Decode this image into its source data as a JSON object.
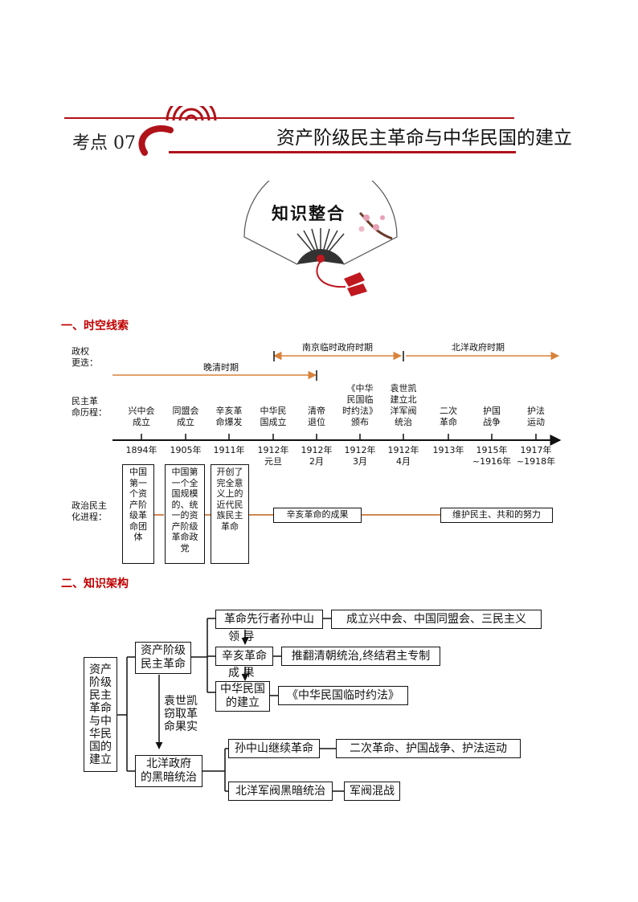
{
  "header": {
    "topic_number": "考点 07",
    "title": "资产阶级民主革命与中华民国的建立",
    "accent_color": "#b01219"
  },
  "banner": {
    "text": "知识整合",
    "icon": "folding-fan-icon"
  },
  "section1": {
    "heading": "一、时空线索",
    "regime_label_1": "政权",
    "regime_label_2": "更迭：",
    "periods": {
      "qing": "晚清时期",
      "nanjing": "南京临时政府时期",
      "beiyang": "北洋政府时期"
    },
    "process_label_1": "民主革",
    "process_label_2": "命历程：",
    "events": [
      {
        "lines": [
          "兴中会",
          "成立"
        ]
      },
      {
        "lines": [
          "同盟会",
          "成立"
        ]
      },
      {
        "lines": [
          "辛亥革",
          "命爆发"
        ]
      },
      {
        "lines": [
          "中华民",
          "国成立"
        ]
      },
      {
        "lines": [
          "清帝",
          "退位"
        ]
      },
      {
        "lines": [
          "《中华",
          "民国临",
          "时约法》",
          "颁布"
        ]
      },
      {
        "lines": [
          "袁世凯",
          "建立北",
          "洋军阀",
          "统治"
        ]
      },
      {
        "lines": [
          "二次",
          "革命"
        ]
      },
      {
        "lines": [
          "护国",
          "战争"
        ]
      },
      {
        "lines": [
          "护法",
          "运动"
        ]
      }
    ],
    "years": [
      {
        "lines": [
          "1894年"
        ]
      },
      {
        "lines": [
          "1905年"
        ]
      },
      {
        "lines": [
          "1911年"
        ]
      },
      {
        "lines": [
          "1912年",
          "元旦"
        ]
      },
      {
        "lines": [
          "1912年",
          "2月"
        ]
      },
      {
        "lines": [
          "1912年",
          "3月"
        ]
      },
      {
        "lines": [
          "1912年",
          "4月"
        ]
      },
      {
        "lines": [
          "1913年"
        ]
      },
      {
        "lines": [
          "1915年",
          "~1916年"
        ]
      },
      {
        "lines": [
          "1917年",
          "~1918年"
        ]
      }
    ],
    "politics_label_1": "政治民主",
    "politics_label_2": "化进程：",
    "boxes": [
      {
        "lines": [
          "中国",
          "第一",
          "个资",
          "产阶",
          "级革",
          "命团",
          "体"
        ]
      },
      {
        "lines": [
          "中国第",
          "一个全",
          "国规模",
          "的、统",
          "一的资",
          "产阶级",
          "革命政",
          "党"
        ]
      },
      {
        "lines": [
          "开创了",
          "完全意",
          "义上的",
          "近代民",
          "族民主",
          "革命"
        ]
      }
    ],
    "pill_1": "辛亥革命的成果",
    "pill_2": "维护民主、共和的努力",
    "arrow_color": "#d9823b",
    "line_color": "#c0601a"
  },
  "section2": {
    "heading": "二、知识架构",
    "root": [
      "资产",
      "阶级",
      "民主",
      "革命",
      "与中",
      "华民",
      "国的",
      "建立"
    ],
    "branch_1": [
      "资产阶级",
      "民主革命"
    ],
    "branch_2": [
      "北洋政府",
      "的黑暗统治"
    ],
    "transition": [
      "袁世凯",
      "窃取革",
      "命果实"
    ],
    "leaves": {
      "sun": "革命先行者孙中山",
      "sun_detail": "成立兴中会、中国同盟会、三民主义",
      "lead": "领  导",
      "xinhai": "辛亥革命",
      "xinhai_detail": "推翻清朝统治,终结君主专制",
      "result": "成  果",
      "roc": [
        "中华民国",
        "的建立"
      ],
      "roc_detail": "《中华民国临时约法》",
      "sun_continue": "孙中山继续革命",
      "sun_continue_detail": "二次革命、护国战争、护法运动",
      "warlord": "北洋军阀黑暗统治",
      "warlord_detail": "军阀混战"
    }
  }
}
